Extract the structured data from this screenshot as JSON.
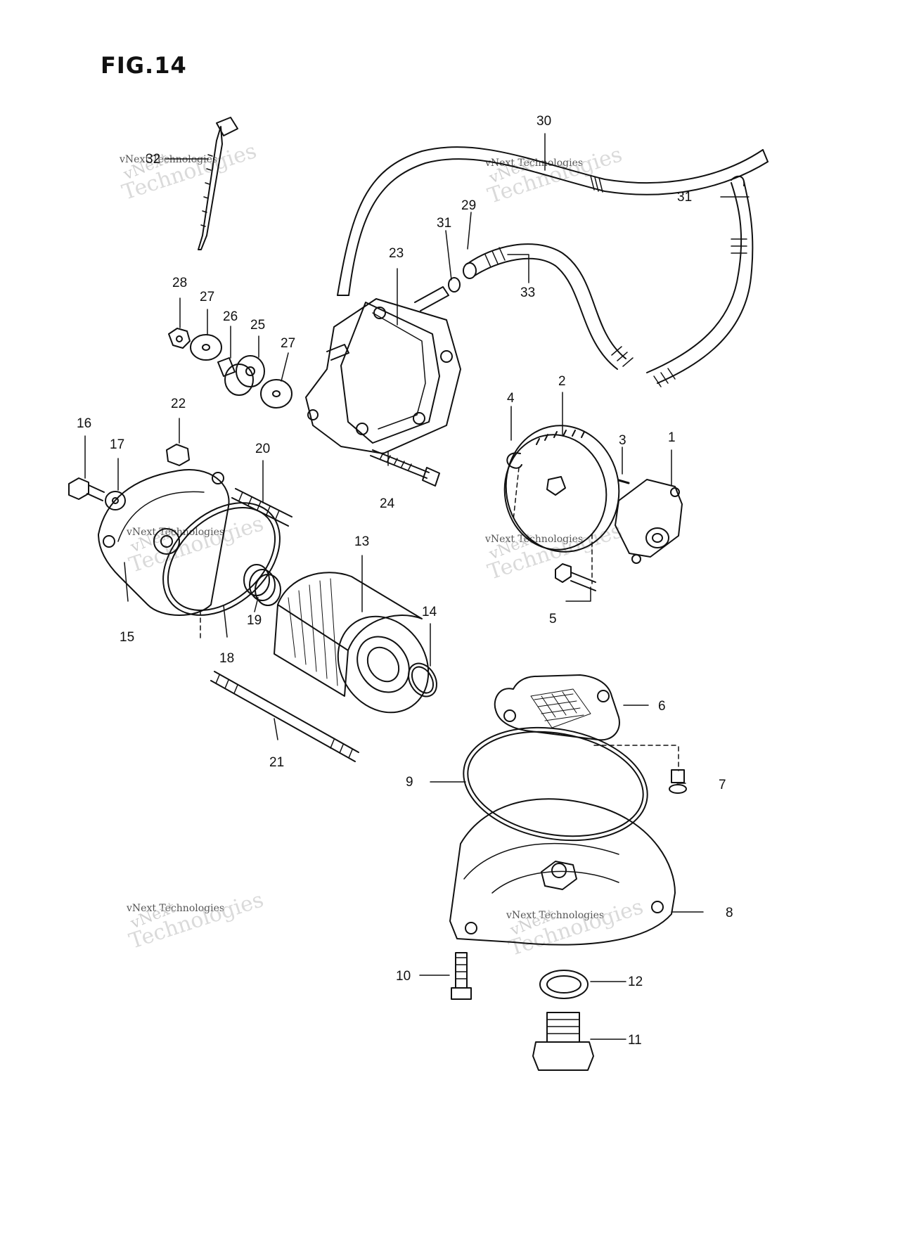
{
  "figure": {
    "title": "FIG.14"
  },
  "watermark": {
    "line1": "vNext",
    "line2": "vNext Technologies",
    "line3": "Technologies"
  },
  "callouts": [
    {
      "id": "30",
      "label": "30"
    },
    {
      "id": "32",
      "label": "32"
    },
    {
      "id": "31a",
      "label": "31"
    },
    {
      "id": "29",
      "label": "29"
    },
    {
      "id": "31b",
      "label": "31"
    },
    {
      "id": "23",
      "label": "23"
    },
    {
      "id": "33",
      "label": "33"
    },
    {
      "id": "28",
      "label": "28"
    },
    {
      "id": "27a",
      "label": "27"
    },
    {
      "id": "26",
      "label": "26"
    },
    {
      "id": "25",
      "label": "25"
    },
    {
      "id": "27b",
      "label": "27"
    },
    {
      "id": "22",
      "label": "22"
    },
    {
      "id": "16",
      "label": "16"
    },
    {
      "id": "17",
      "label": "17"
    },
    {
      "id": "20",
      "label": "20"
    },
    {
      "id": "24",
      "label": "24"
    },
    {
      "id": "2",
      "label": "2"
    },
    {
      "id": "4",
      "label": "4"
    },
    {
      "id": "3",
      "label": "3"
    },
    {
      "id": "1",
      "label": "1"
    },
    {
      "id": "13",
      "label": "13"
    },
    {
      "id": "5",
      "label": "5"
    },
    {
      "id": "14",
      "label": "14"
    },
    {
      "id": "15",
      "label": "15"
    },
    {
      "id": "18",
      "label": "18"
    },
    {
      "id": "19",
      "label": "19"
    },
    {
      "id": "21",
      "label": "21"
    },
    {
      "id": "6",
      "label": "6"
    },
    {
      "id": "9",
      "label": "9"
    },
    {
      "id": "7",
      "label": "7"
    },
    {
      "id": "8",
      "label": "8"
    },
    {
      "id": "10",
      "label": "10"
    },
    {
      "id": "12",
      "label": "12"
    },
    {
      "id": "11",
      "label": "11"
    }
  ]
}
